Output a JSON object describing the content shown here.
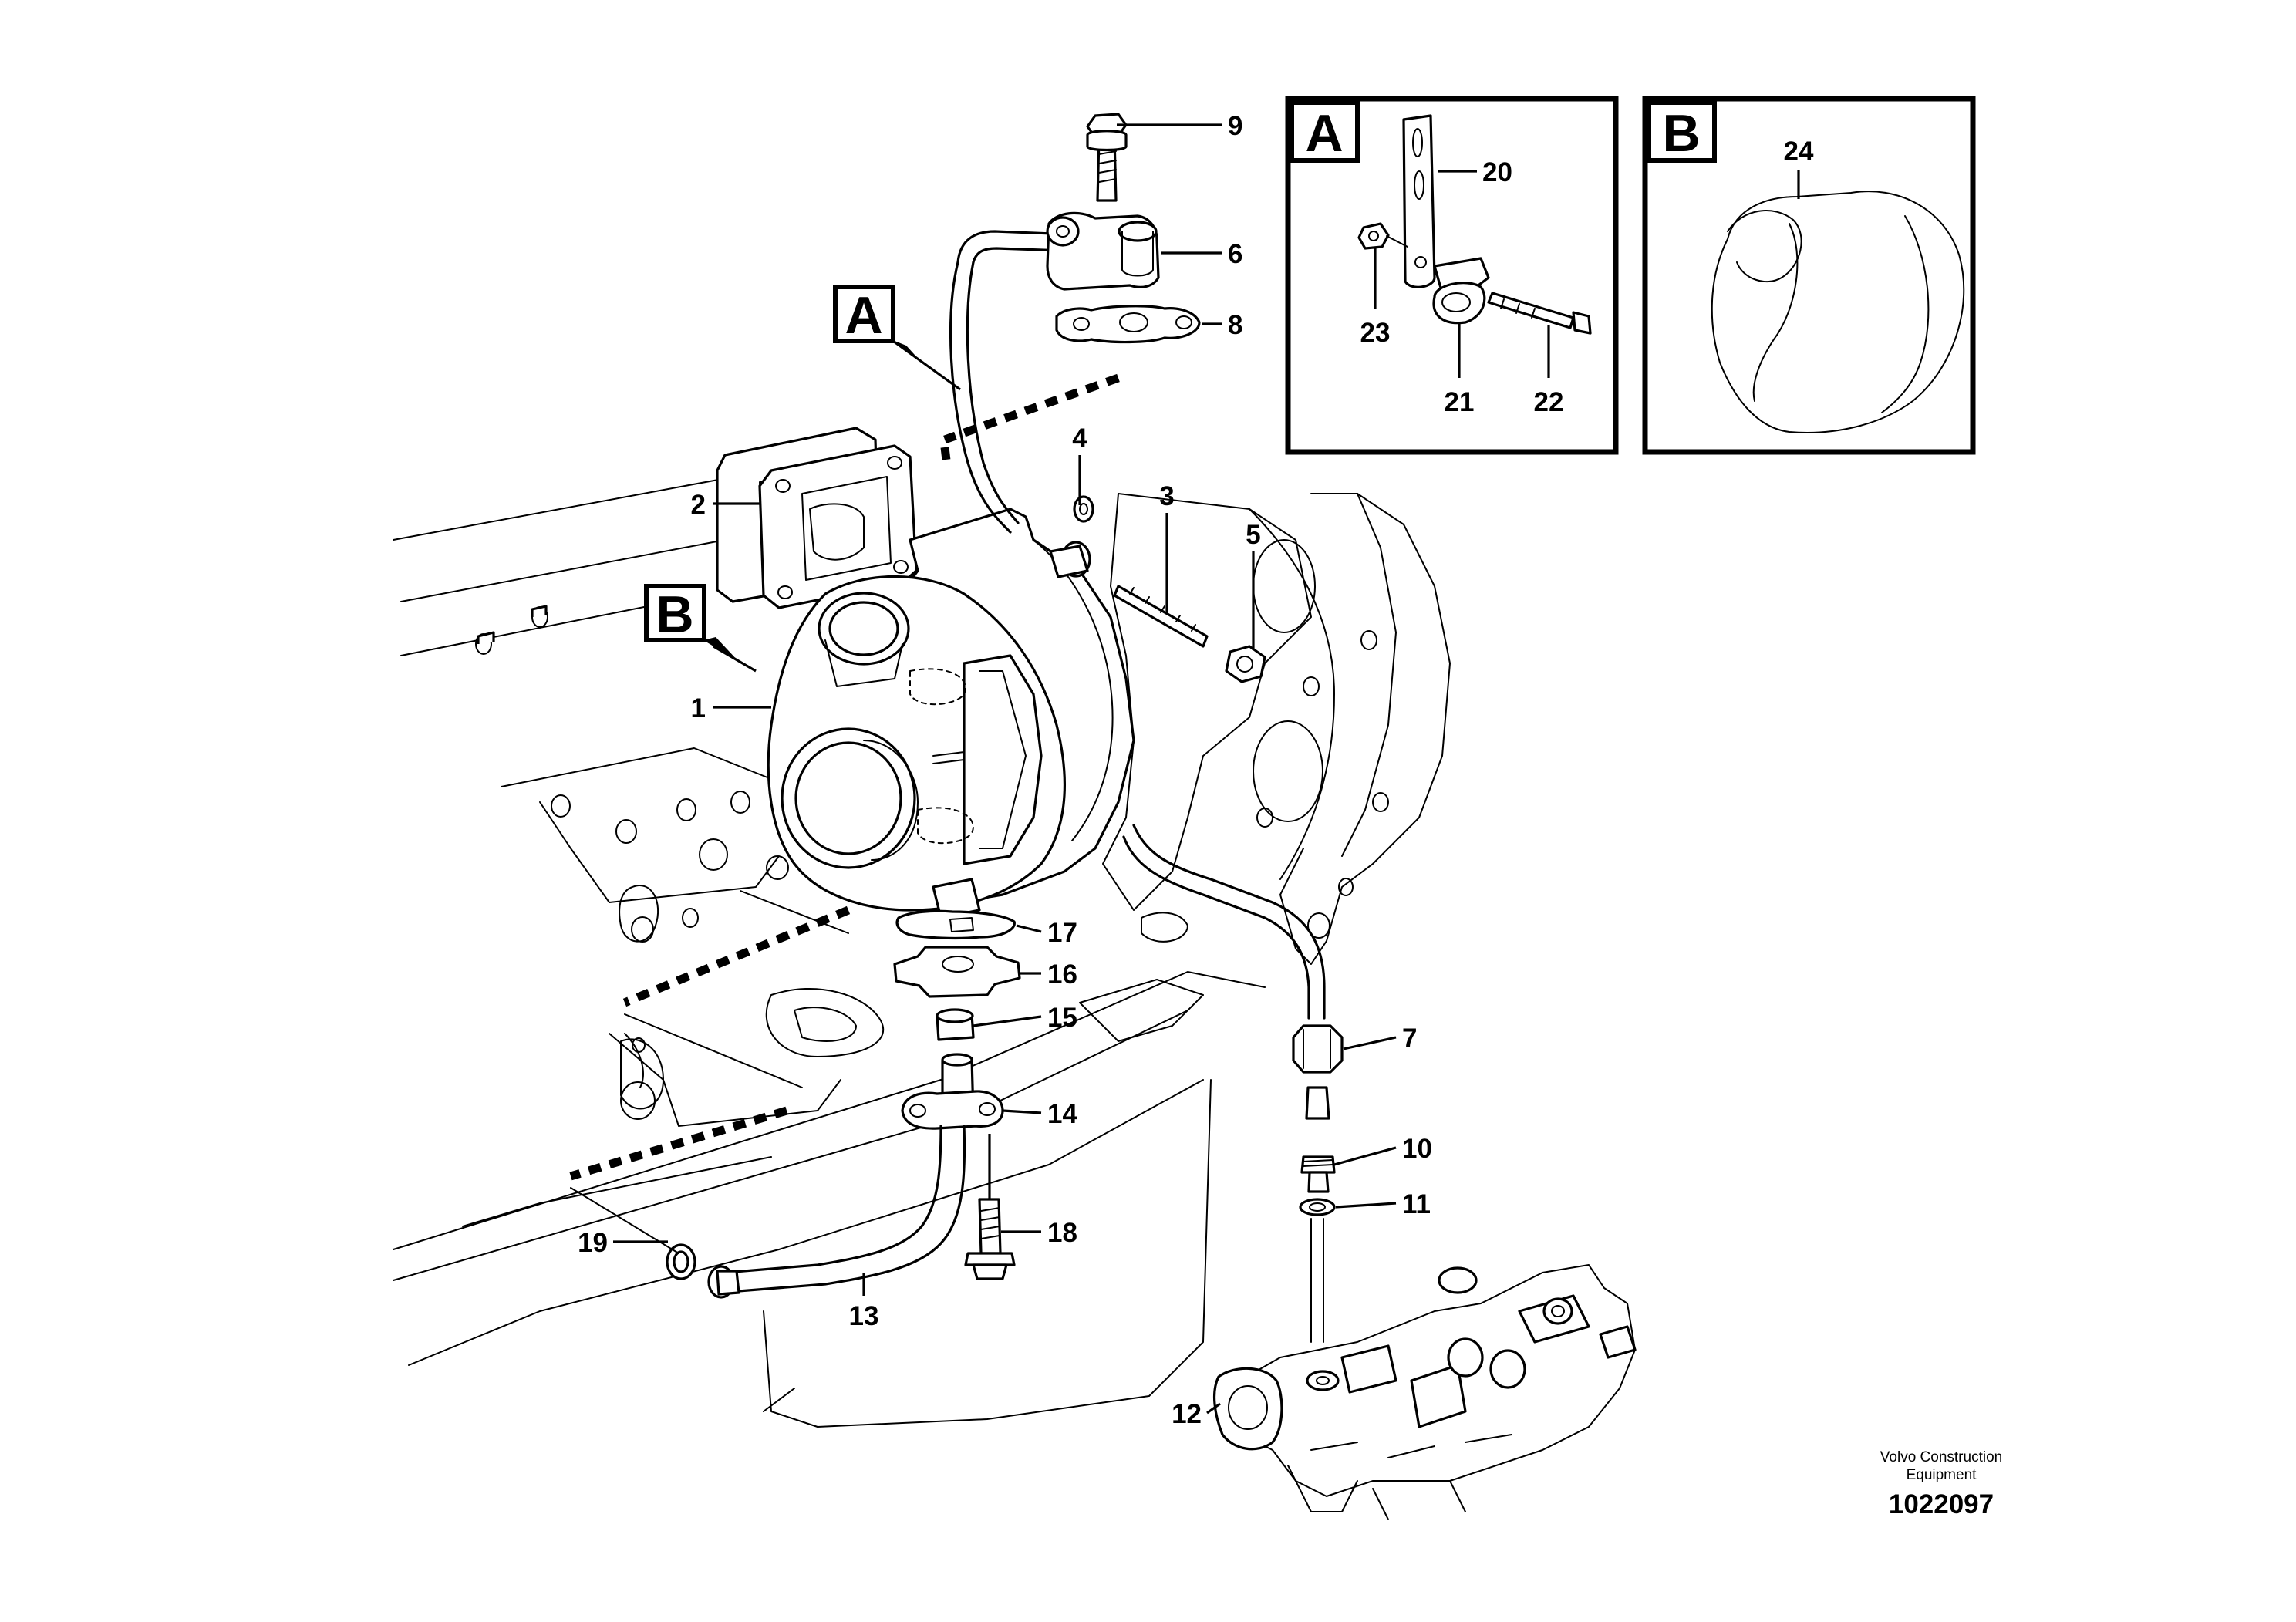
{
  "diagram": {
    "callouts": [
      "1",
      "2",
      "3",
      "4",
      "5",
      "6",
      "7",
      "8",
      "9",
      "10",
      "11",
      "12",
      "13",
      "14",
      "15",
      "16",
      "17",
      "18",
      "19",
      "20",
      "21",
      "22",
      "23",
      "24"
    ],
    "detail_labels": [
      "A",
      "B"
    ],
    "footer": {
      "company_line1": "Volvo Construction",
      "company_line2": "Equipment",
      "drawing_number": "1022097"
    }
  }
}
